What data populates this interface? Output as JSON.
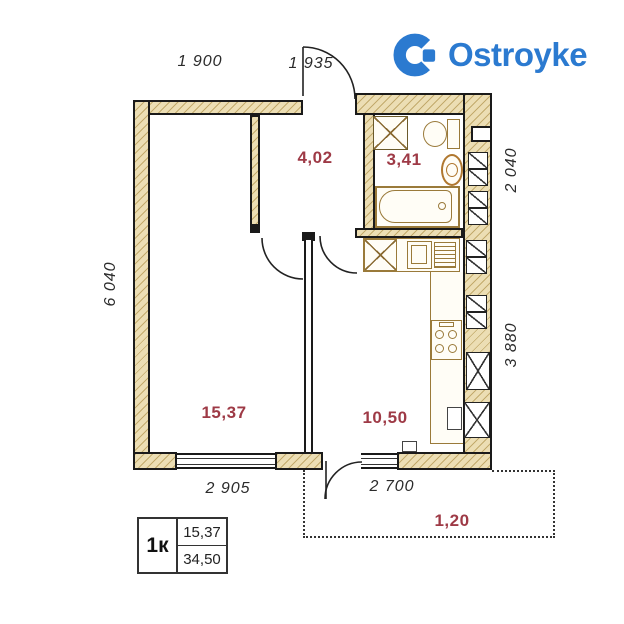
{
  "logo": {
    "brand": "Ostroyke"
  },
  "dims": {
    "top_left": "1 900",
    "top_entry": "1 935",
    "left": "6 040",
    "right_top": "2 040",
    "right_bottom": "3 880",
    "bottom_living": "2 905",
    "bottom_kitchen": "2 700"
  },
  "areas": {
    "hallway": "4,02",
    "bathroom": "3,41",
    "living": "15,37",
    "kitchen": "10,50",
    "balcony": "1,20"
  },
  "stamp": {
    "unit_type": "1к",
    "living_area": "15,37",
    "total_area": "34,50"
  },
  "colors": {
    "accent_blue": "#2b7ad0",
    "area_label": "#9e3a46",
    "wall_fill": "#ecdeb4"
  }
}
